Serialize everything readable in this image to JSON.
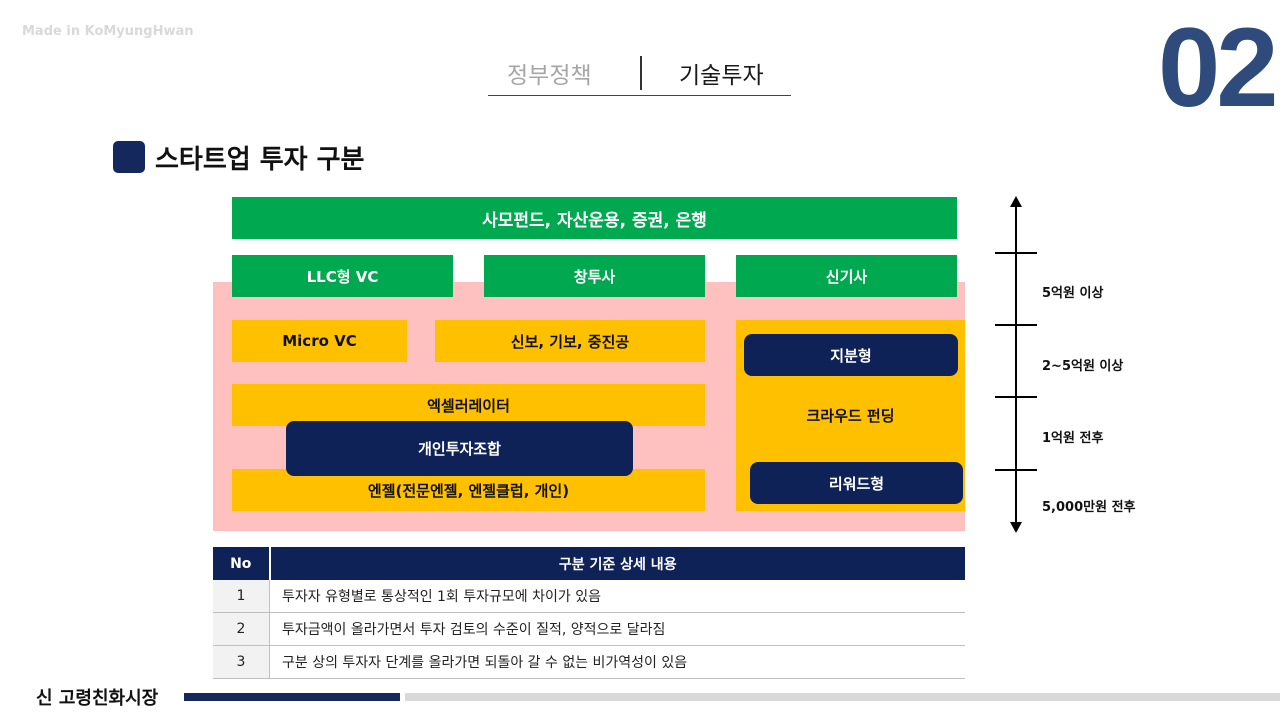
{
  "watermark": "Made in KoMyungHwan",
  "slide_number": "02",
  "tabs": [
    {
      "label": "정부정책",
      "active": false
    },
    {
      "label": "기술투자",
      "active": true
    }
  ],
  "title": "스타트업 투자 구분",
  "diagram": {
    "top_bar": "사모펀드, 자산운용, 증권, 은행",
    "tier1": [
      "LLC형 VC",
      "창투사",
      "신기사"
    ],
    "micro_vc": "Micro VC",
    "guarantee": "신보, 기보, 중진공",
    "accelerator": "엑셀러레이터",
    "individual_union": "개인투자조합",
    "angel": "엔젤(전문엔젤, 엔젤클럽, 개인)",
    "crowdfunding": "크라우드 펀딩",
    "equity_type": "지분형",
    "reward_type": "리워드형"
  },
  "scale_labels": [
    "5억원 이상",
    "2~5억원 이상",
    "1억원 전후",
    "5,000만원 전후"
  ],
  "table": {
    "headers": [
      "No",
      "구분 기준 상세 내용"
    ],
    "rows": [
      {
        "no": "1",
        "desc": "투자자 유형별로 통상적인 1회 투자규모에 차이가 있음"
      },
      {
        "no": "2",
        "desc": "투자금액이 올라가면서 투자 검토의 수준이 질적, 양적으로 달라짐"
      },
      {
        "no": "3",
        "desc": "구분 상의 투자자 단계를 올라가면 되돌아 갈 수 없는 비가역성이 있음"
      }
    ]
  },
  "footer": {
    "title": "신 고령친화시장"
  },
  "colors": {
    "navy": "#0f2258",
    "green": "#00a94f",
    "yellow": "#ffc000",
    "pink": "#ffc0c0",
    "slide_number": "#2f4b7c"
  }
}
